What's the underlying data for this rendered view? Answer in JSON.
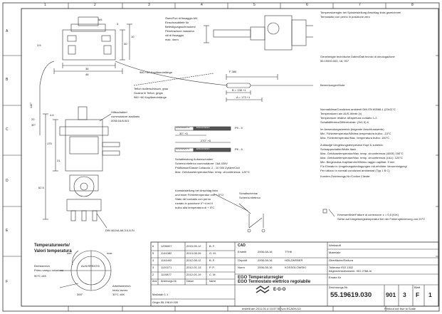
{
  "frame": {
    "col_labels": [
      "1",
      "2",
      "3",
      "4",
      "5",
      "6",
      "7",
      "8"
    ],
    "row_labels": [
      "A",
      "B",
      "C",
      "D",
      "E",
      "F"
    ]
  },
  "top_left": {
    "dim_gland": "3",
    "dim_30": "30",
    "dim_10": "10",
    "dim_h": "M4",
    "dim_38": "38",
    "dim_48": "48",
    "dim_3": "3.5",
    "capillary_len": "980 +80 Kapillarrohrlänge",
    "teflon_de": "Teflon isolierschlauch, grau",
    "teflon_it": "Guaina in Teflon, grigio",
    "teflon_len": "960 +80 Kapillarrohrlänge",
    "angle": "145°",
    "dim_v1": "20",
    "dim_v2": "30°"
  },
  "center_top": {
    "glands_de": "Ösen/Fori di fissaggio M4",
    "glands_l2": "Einschraubtiefe für",
    "glands_l3": "Befestigungsschrauben/",
    "glands_l4": "Penetrazione massima",
    "glands_l5": "viti di fissaggio",
    "glands_l6": "max. 4mm",
    "dim_f": "F 380",
    "dim_b": "B = 138 +1",
    "dim_a": "A = 173 +1"
  },
  "right_notes": {
    "n1": "Temperaturregler bei Spindelstellung Anschlag links gezeichnet/",
    "n2": "Termostato con perno in posizione zero",
    "n3": "Genehmigte technische Daten/Dati tecnici di omologazione",
    "n4": "55.19000.000, 16, 907",
    "n5": "Bemerkungen/Note",
    "n6": "Normalklima/Condizioni ambienti DIN EN 60068-1 (23±2)°C",
    "n7": "Temperaturen am AUS-Werte (±)",
    "n8": "Temperature relative all'apertura contatto 1-2",
    "n9": "Schaltdifferenz/Differenziale: (3±1.5) K",
    "n10": "Im Anwendungsbereich (folgende Anschlusswerte)",
    "n11": "Min. Fühlertemperatur/Minima temperatura bulbo: -10°C",
    "n12": "Max. Fühlertemperatur/Max. temperatura bulbo: 150°C",
    "n13": "Zulässige Umgebungstemperatur Kopf & zubehör:",
    "n14": "Schnappschalter/Molla flash",
    "n15": "Max. Gehäusetemperatur/Max. temp. circonferenza (400E) 150°C",
    "n16": "Max. Gehäusetemperatur/Max. temp. circonferenza (ULL): 120°C",
    "n17": "Min. Biegeradius Kapillarrohr/Minimo raggio capillari: 5 mm",
    "n18": "Für Einsatz in Umgebungsbedingungen mit erhöhter Verunreinigung/",
    "n19": "Per utilizzo in normali condizioni ambientali (Typ 1 B C)",
    "n20": "Kunden-Zeichnungs-Nr./Codice Cliente:",
    "n21": "Kennwertlinie/Fattore di correzione: ε = 0,5 (K/K)",
    "n22": "Siehe auf Umgebungstemperatur bei der Fühleroptimierung von 20°C"
  },
  "wiring": {
    "p5_label": "P5 - 5",
    "p6_label": "P6 - 6",
    "aus_ein_1": "AUS/SPENTO",
    "ein_1": "EIN/ACCESO",
    "aus_ein_2": "AUS/SPENTO",
    "ein_2": "EIN/ACCESO",
    "angle_30": "30° +5",
    "angle_270": "270° +5"
  },
  "schaltung": {
    "s1": "Schaltleistung Aufsenschalter/",
    "s2": "Schema elettrico commutatore: 16A 400V",
    "s3": "Prüfklasse/Classe Collaudo: 2 - 10 000 Zyklen/Cicli",
    "s4": "Max. Gehäusetemperatur/Max. temp. circonferenza: 120°C"
  },
  "kontakt": {
    "k1": "Kontaktstellung bei Anschlag links",
    "k2": "und einer Fühlertemperatur von + 5°C/",
    "k3": "Stato del contatto con perno",
    "k4": "ruotato in posizione 0°+4 ed il",
    "k5": "bulbo alla temperatura di + 5°C",
    "schema_de": "Schaltschema/",
    "schema_it": "Schema elettrico"
  },
  "left_mid": {
    "hilfsschalter": "Hilfsschalter/",
    "hilfs_it": "commutatore ausiliario",
    "hilfs_code": "0055.04/5.001",
    "dim_4": "4.6",
    "dim_175": "175",
    "dim_21": "21",
    "din_label": "DIN 46244-A6,3-0,8-St",
    "dim_625": "62.5"
  },
  "temp_values": {
    "title_de": "Temperaturwerte/",
    "title_it": "Valori temperatura",
    "drehbereich": "Drehbereich",
    "drehbereich_it": "Primo campo rotazione",
    "deg_90": "90°C ±4K",
    "aus_spento": "AUS/SPENTO",
    "arbeitsbereich": "Arbeitsbereich",
    "arbeits_it": "Inizio lavoro",
    "deg_30": "30°C ±6K",
    "deg_300": "300°",
    "deg_min": "min",
    "deg_max": "max"
  },
  "revisions": {
    "rows": [
      {
        "idx": "6",
        "no": "1206007",
        "date": "2015-05-12",
        "name": "B. F."
      },
      {
        "idx": "5",
        "no": "1144382",
        "date": "2013-08-26",
        "name": "G. M."
      },
      {
        "idx": "4",
        "no": "1144402",
        "date": "2012-08-12",
        "name": "B. F."
      },
      {
        "idx": "3",
        "no": "1120271",
        "date": "2012-01-13",
        "name": "P. P."
      },
      {
        "idx": "2",
        "no": "1110877",
        "date": "2012-01-19",
        "name": "C. M."
      }
    ],
    "h_idx": "Änd.",
    "h_no": "Änderungs-Nr.",
    "h_date": "Datum",
    "h_name": "Name",
    "cad": "CAD",
    "bearb": "Erstellt",
    "gepr": "Geprüft",
    "norm": "Norm",
    "d1": "2006-08-16",
    "d2": "2006-08-16",
    "d3": "2006-08-16",
    "n1": "TTHK",
    "n2": "HOLZWEBER",
    "n3": "KOSSOLOWSKI"
  },
  "title_block": {
    "company": "E·G·O",
    "title_de": "EGO Temperaturregler",
    "title_it": "EGO Termostato elettrico regolabile",
    "drawing_no": "55.19619.030",
    "format": "901",
    "sheet": "3",
    "index": "F",
    "page": "1",
    "werkstoff": "Werkstoff",
    "material_it": "Materiale",
    "oberfl": "Oberfläche/Finitura",
    "tol": "Tolleranz ISO 1302",
    "allg_tol": "Allgemeintoleranzen: ISO 2768-m",
    "ersetzt": "Ersatz für",
    "zeichnungs": "Zeichnungs-Nr.",
    "blatt": "Blatt",
    "masstab": "Maßstab 1:1"
  },
  "footer": {
    "left": "Origin 55.19619.030",
    "center": "erstellt am 2011-01-4 10:57:50 von ECAD\\U13",
    "right": "Printout not true to Scale"
  }
}
